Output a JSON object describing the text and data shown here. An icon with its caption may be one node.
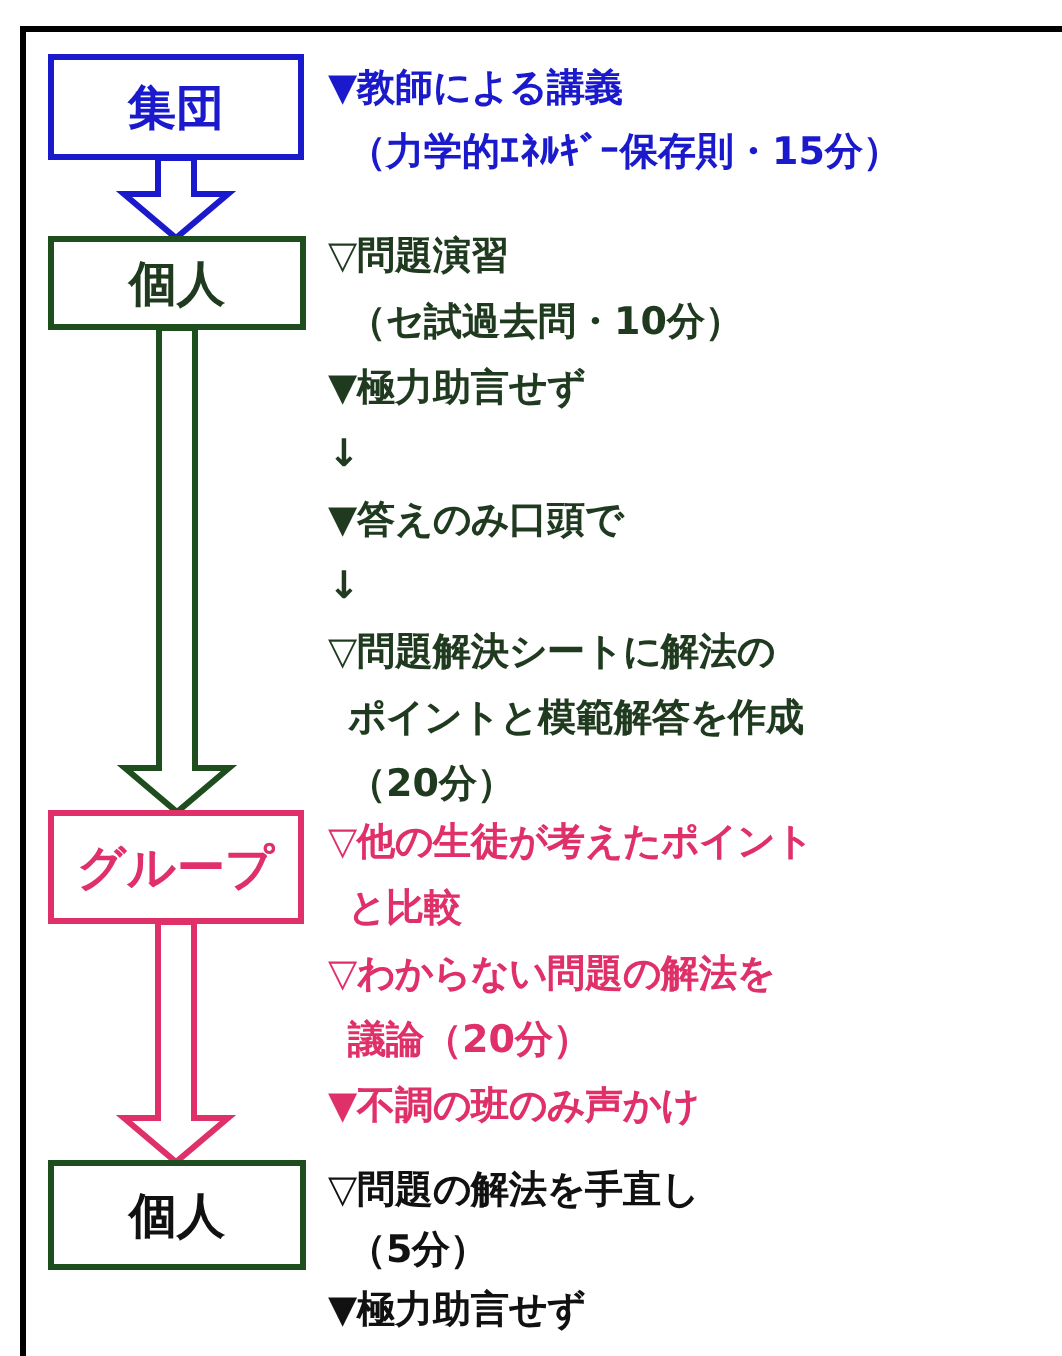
{
  "diagram": {
    "nodes": [
      {
        "text": [
          "集団"
        ],
        "beside": [
          "▼教師による講義",
          "（力学的ｴﾈﾙｷﾞｰ保存則・15分）"
        ]
      },
      {
        "text": [
          "個人"
        ],
        "beside": [
          "▽問題演習",
          "（セ試過去問・10分）",
          "▼極力助言せず",
          "↓",
          "▼答えのみ口頭で",
          "↓",
          "▽問題解決シートに解法の",
          "ポイントと模範解答を作成",
          "（20分）"
        ]
      },
      {
        "text": [
          "グループ"
        ],
        "beside": [
          "▽他の生徒が考えたポイント",
          "と比較",
          "▽わからない問題の解法を",
          "議論（20分）",
          "▼不調の班のみ声かけ"
        ]
      },
      {
        "text": [
          "個人"
        ],
        "beside": [
          "▽問題の解法を手直し",
          "（5分）",
          "▼極力助言せず"
        ]
      }
    ],
    "edges": [
      {
        "from": 0,
        "to": 1,
        "arrow": "to",
        "color": "#1a1acc"
      },
      {
        "from": 1,
        "to": 2,
        "arrow": "to"
      },
      {
        "from": 2,
        "to": 3,
        "arrow": "to",
        "color": "#e0306a"
      }
    ]
  }
}
